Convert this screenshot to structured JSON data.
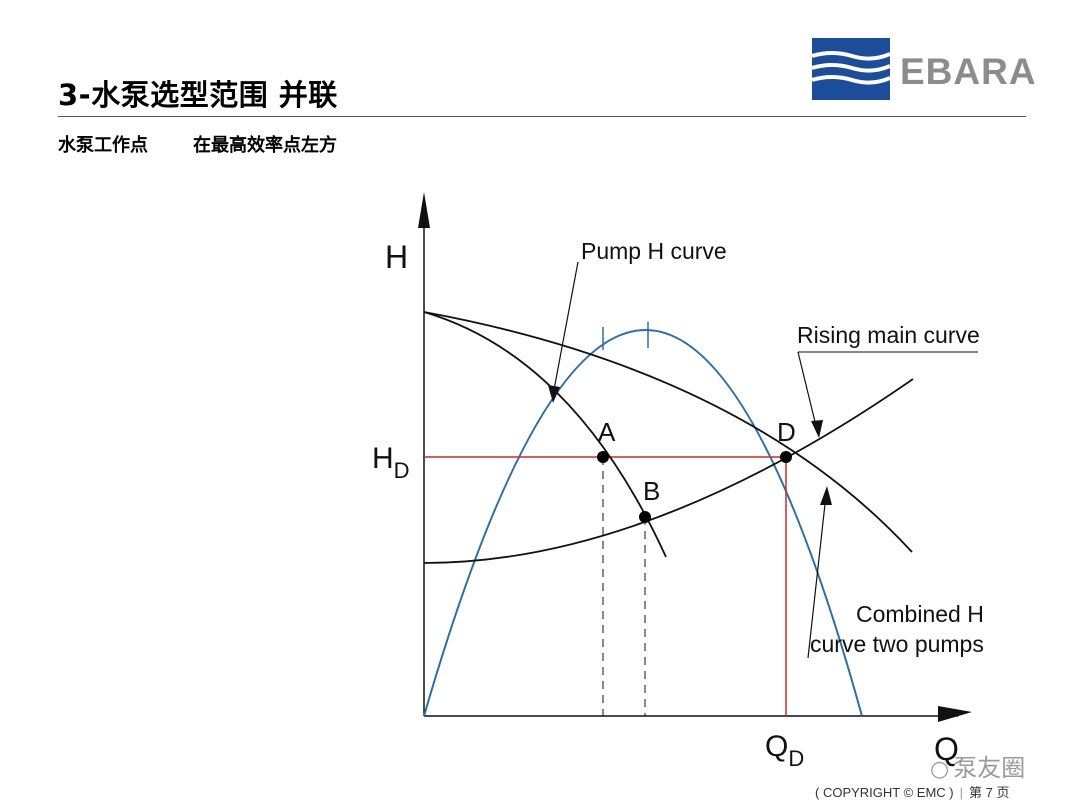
{
  "header": {
    "title": "3-水泵选型范围 并联",
    "subtitle_left": "水泵工作点",
    "subtitle_right": "在最高效率点左方",
    "logo_text": "EBARA",
    "logo_color": "#1d4c9b"
  },
  "diagram": {
    "axis_y_label": "H",
    "axis_x_label": "Q",
    "hd_label_main": "H",
    "hd_label_sub": "D",
    "qd_label_main": "Q",
    "qd_label_sub": "D",
    "point_labels": [
      "A",
      "B",
      "D"
    ],
    "callouts": {
      "pump": "Pump H curve",
      "rising": "Rising main curve",
      "combined_line1": "Combined H",
      "combined_line2": "curve two pumps"
    },
    "colors": {
      "efficiency_curve": "#2f6ea3",
      "reference_lines": "#cc2a2a",
      "curves": "#111111"
    }
  },
  "footer": {
    "copyright": "( COPYRIGHT ©  EMC )",
    "page": "第 7 页",
    "watermark": "泵友圈"
  }
}
